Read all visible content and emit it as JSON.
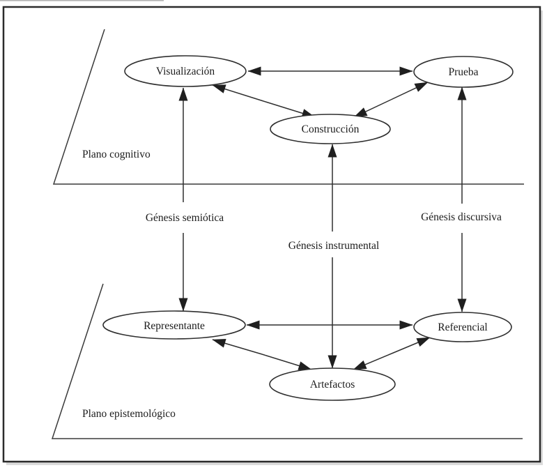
{
  "diagram": {
    "planes": [
      {
        "label": "Plano cognitivo"
      },
      {
        "label": "Plano epistemológico"
      }
    ],
    "nodes": {
      "visualizacion": {
        "label": "Visualización"
      },
      "prueba": {
        "label": "Prueba"
      },
      "construccion": {
        "label": "Construcción"
      },
      "representante": {
        "label": "Representante"
      },
      "referencial": {
        "label": "Referencial"
      },
      "artefactos": {
        "label": "Artefactos"
      }
    },
    "genesis": {
      "semiotica": "Génesis semiótica",
      "instrumental": "Génesis instrumental",
      "discursiva": "Génesis discursiva"
    },
    "edges": [
      {
        "from": "Visualización",
        "to": "Prueba",
        "bidirectional": true,
        "label": ""
      },
      {
        "from": "Visualización",
        "to": "Construcción",
        "bidirectional": true,
        "label": ""
      },
      {
        "from": "Prueba",
        "to": "Construcción",
        "bidirectional": true,
        "label": ""
      },
      {
        "from": "Representante",
        "to": "Referencial",
        "bidirectional": true,
        "label": ""
      },
      {
        "from": "Representante",
        "to": "Artefactos",
        "bidirectional": true,
        "label": ""
      },
      {
        "from": "Referencial",
        "to": "Artefactos",
        "bidirectional": true,
        "label": ""
      },
      {
        "from": "Visualización",
        "to": "Representante",
        "bidirectional": true,
        "label": "Génesis semiótica"
      },
      {
        "from": "Construcción",
        "to": "Artefactos",
        "bidirectional": true,
        "label": "Génesis instrumental"
      },
      {
        "from": "Prueba",
        "to": "Referencial",
        "bidirectional": true,
        "label": "Génesis discursiva"
      }
    ],
    "colors": {
      "line": "#2f2f2f",
      "text": "#1c1c1c",
      "frame": "#2b2b2b",
      "background": "#ffffff"
    }
  }
}
